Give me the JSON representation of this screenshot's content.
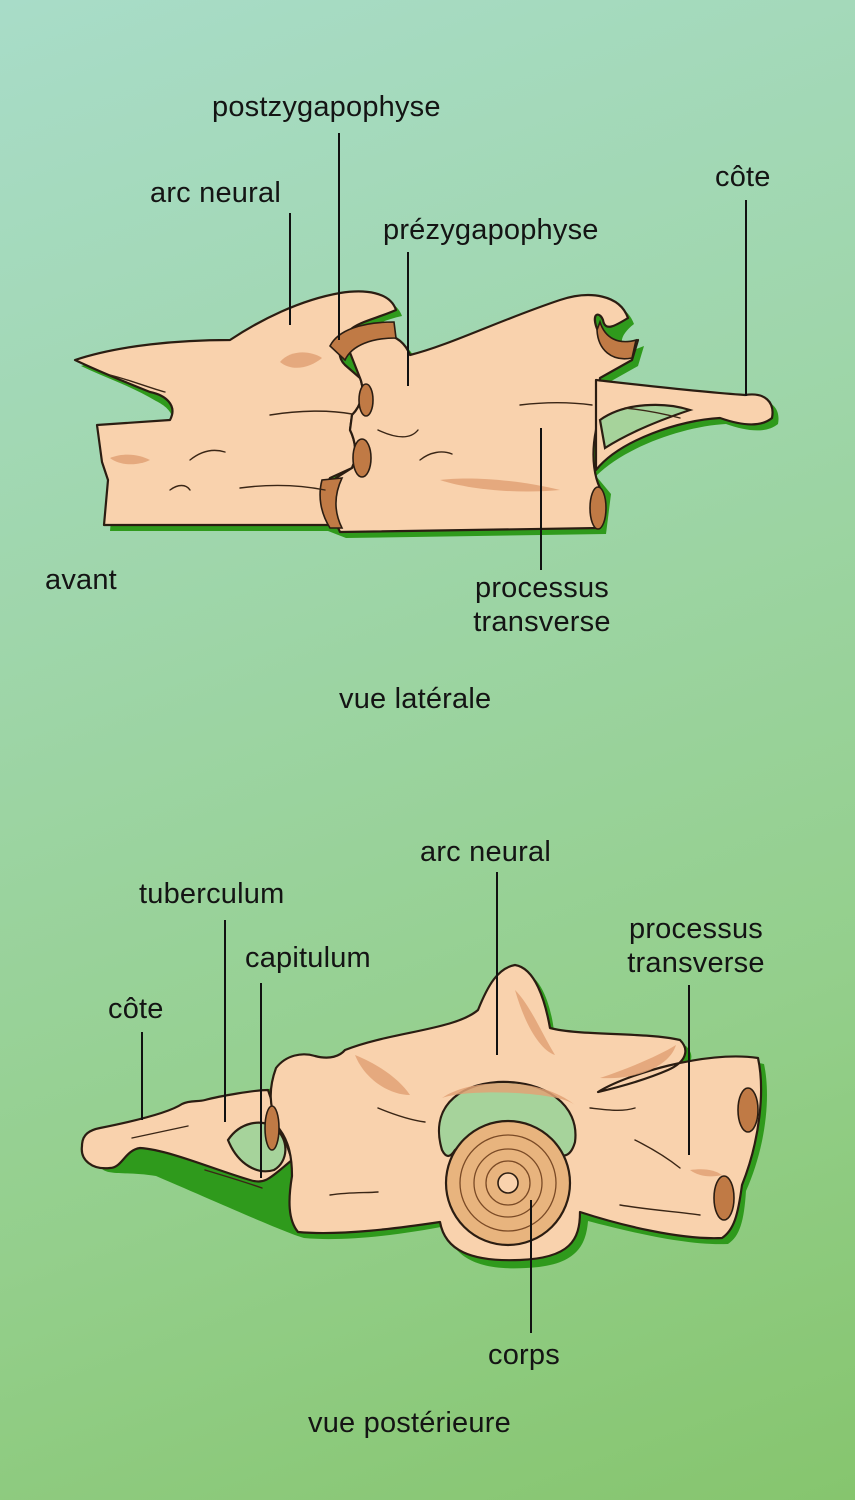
{
  "colors": {
    "background_top": "#a8dcc8",
    "background_bottom": "#86c56e",
    "bone": "#f9d2ad",
    "bone_shade": "#c07a45",
    "shadow": "#2f9a1c"
  },
  "lateral_view": {
    "caption": "vue latérale",
    "labels": {
      "postzygapophyse": "postzygapophyse",
      "arc_neural": "arc neural",
      "prezygapophyse": "prézygapophyse",
      "cote": "côte",
      "avant": "avant",
      "processus_line1": "processus",
      "processus_line2": "transverse"
    }
  },
  "posterior_view": {
    "caption": "vue postérieure",
    "labels": {
      "arc_neural": "arc neural",
      "tuberculum": "tuberculum",
      "capitulum": "capitulum",
      "cote": "côte",
      "processus_line1": "processus",
      "processus_line2": "transverse",
      "corps": "corps"
    }
  }
}
